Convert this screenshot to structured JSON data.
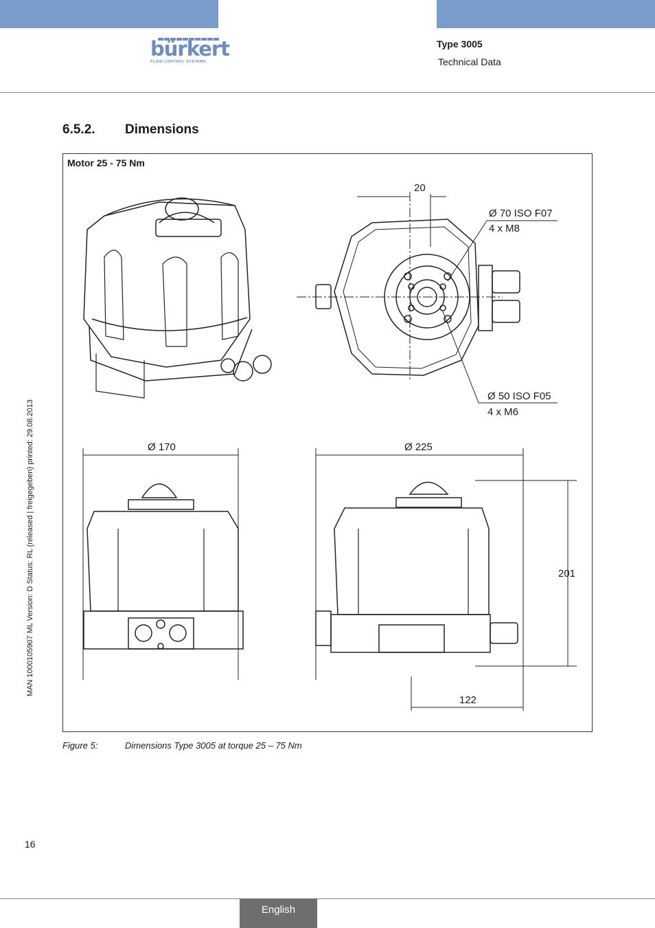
{
  "header": {
    "brand": "bürkert",
    "brand_tagline": "FLUID CONTROL SYSTEMS",
    "product_type": "Type 3005",
    "section": "Technical Data"
  },
  "section_heading": {
    "number": "6.5.2.",
    "title": "Dimensions"
  },
  "figure": {
    "title": "Motor 25 - 75 Nm",
    "labels": {
      "offset": "20",
      "flange_f07": "Ø 70 ISO F07",
      "bolts_m8": "4 x M8",
      "flange_f05": "Ø 50 ISO F05",
      "bolts_m6": "4 x M6",
      "diameter_front": "Ø 170",
      "diameter_side": "Ø 225",
      "height": "201",
      "base_offset": "122"
    }
  },
  "caption": {
    "label": "Figure 5:",
    "text": "Dimensions Type 3005 at torque 25 – 75 Nm"
  },
  "side_note": "MAN  1000105907  ML  Version: D  Status: RL (released | freigegeben)  printed: 29.08.2013",
  "page_number": "16",
  "footer": {
    "language": "English"
  }
}
